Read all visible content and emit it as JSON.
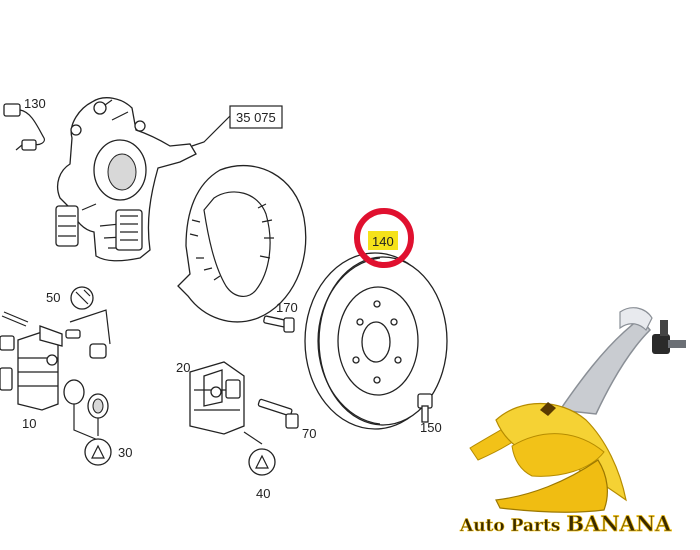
{
  "diagram": {
    "labels": {
      "p130": "130",
      "p35075": "35 075",
      "p140": "140",
      "p50": "50",
      "p170": "170",
      "p20": "20",
      "p10": "10",
      "p30": "30",
      "p70": "70",
      "p150": "150",
      "p40": "40"
    },
    "highlight": {
      "color": "#e0102f",
      "label_bg": "#f5e21a"
    }
  },
  "watermark": {
    "prefix": "Auto Parts ",
    "brand": "BANANA",
    "colors": {
      "banana": "#f2c218",
      "text": "#3a2a00"
    }
  }
}
